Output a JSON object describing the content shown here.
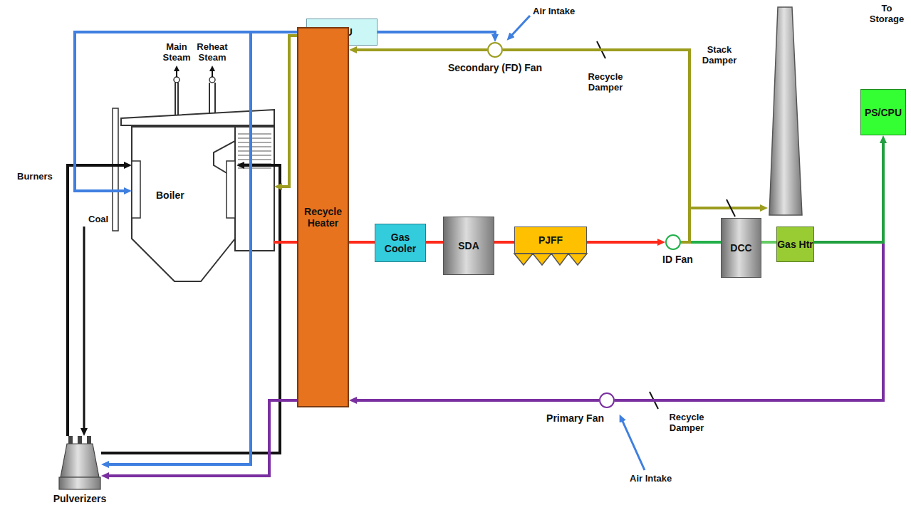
{
  "diagram": {
    "nodes": [
      {
        "text": [
          "ASU"
        ]
      },
      {
        "text": [
          "Secondary (FD) Fan"
        ]
      },
      {
        "text": [
          "Boiler"
        ]
      },
      {
        "text": [
          "Recycle Heater"
        ]
      },
      {
        "text": [
          "Gas Cooler"
        ]
      },
      {
        "text": [
          "SDA"
        ]
      },
      {
        "text": [
          "PJFF"
        ]
      },
      {
        "text": [
          "ID Fan"
        ]
      },
      {
        "text": [
          "DCC"
        ]
      },
      {
        "text": [
          "Gas Htr"
        ]
      },
      {
        "text": [
          "PS/CPU"
        ]
      },
      {
        "text": [
          "Primary Fan"
        ]
      },
      {
        "text": [
          "Pulverizers"
        ]
      }
    ],
    "edges": [
      {
        "from": 2,
        "to": 3,
        "arrow": "none"
      },
      {
        "from": 3,
        "to": 4,
        "arrow": "none"
      },
      {
        "from": 4,
        "to": 5,
        "arrow": "none"
      },
      {
        "from": 5,
        "to": 6,
        "arrow": "none"
      },
      {
        "from": 6,
        "to": 7,
        "arrow": "to"
      },
      {
        "from": 7,
        "to": 8,
        "arrow": "none"
      },
      {
        "from": 8,
        "to": 9,
        "arrow": "none"
      },
      {
        "from": 9,
        "to": 10,
        "arrow": "to"
      },
      {
        "from": 7,
        "to": 1,
        "arrow": "none"
      },
      {
        "from": 1,
        "to": 3,
        "arrow": "to"
      },
      {
        "from": 3,
        "to": 2,
        "arrow": "to"
      },
      {
        "from": 9,
        "to": 11,
        "arrow": "none"
      },
      {
        "from": 11,
        "to": 3,
        "arrow": "to"
      },
      {
        "from": 3,
        "to": 12,
        "arrow": "to"
      },
      {
        "from": 12,
        "to": 2,
        "arrow": "to"
      },
      {
        "from": 0,
        "to": 2,
        "arrow": "to"
      },
      {
        "from": 0,
        "to": 1,
        "arrow": "to"
      },
      {
        "from": 0,
        "to": 12,
        "arrow": "to"
      }
    ],
    "labels": [
      "Main Steam",
      "Reheat Steam",
      "Air Intake",
      "Recycle Damper",
      "Stack Damper",
      "To Storage",
      "Burners",
      "Coal",
      "Recycle Damper",
      "Air Intake"
    ]
  }
}
